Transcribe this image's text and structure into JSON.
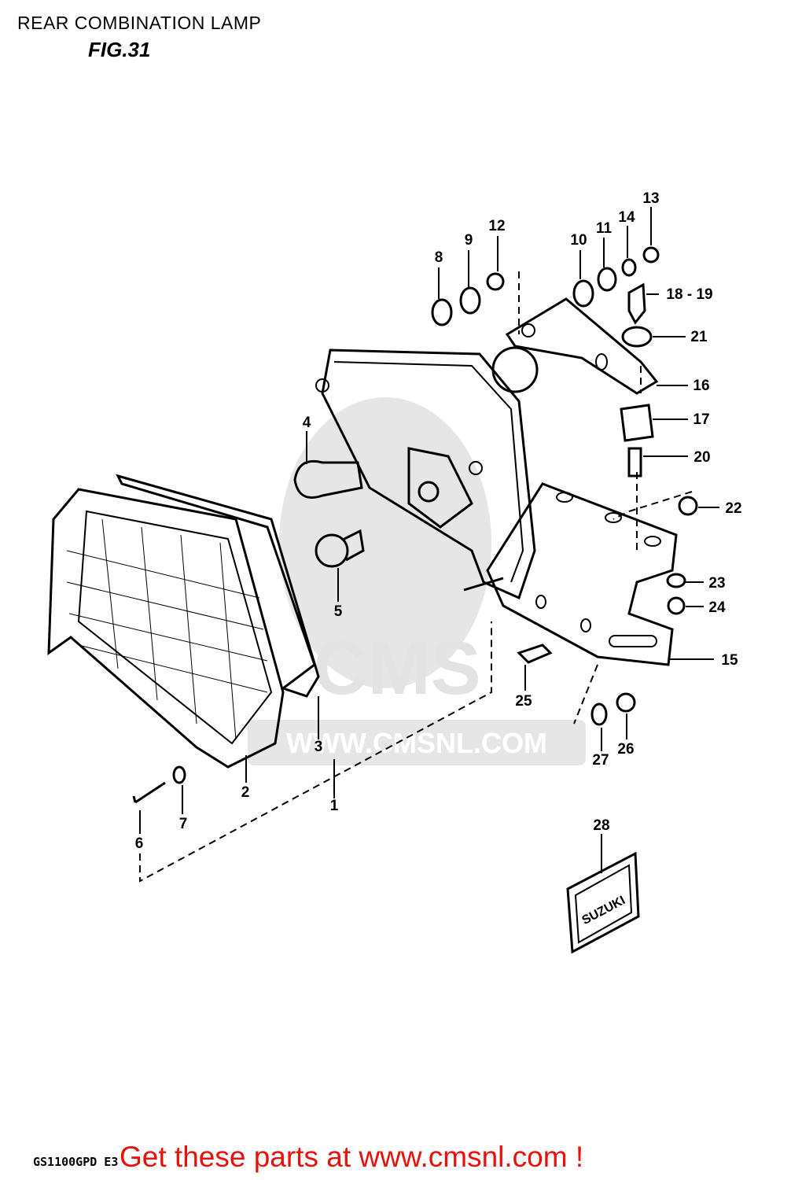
{
  "header": {
    "title": "REAR COMBINATION LAMP",
    "figure": "FIG.31"
  },
  "watermark": {
    "logo_text": "CMS",
    "url_text": "WWW.CMSNL.COM"
  },
  "parts": {
    "p1": "1",
    "p2": "2",
    "p3": "3",
    "p4": "4",
    "p5": "5",
    "p6": "6",
    "p7": "7",
    "p8": "8",
    "p9": "9",
    "p10": "10",
    "p11": "11",
    "p12": "12",
    "p13": "13",
    "p14": "14",
    "p15": "15",
    "p16": "16",
    "p17": "17",
    "p18_19": "18 - 19",
    "p20": "20",
    "p21": "21",
    "p22": "22",
    "p23": "23",
    "p24": "24",
    "p25": "25",
    "p26": "26",
    "p27": "27",
    "p28": "28"
  },
  "plate_text": "SUZUKI",
  "footer": {
    "model_code": "GS1100GPD E3",
    "cta": "Get these parts at www.cmsnl.com !"
  },
  "colors": {
    "cta": "#e8120c",
    "watermark": "#e6e6e6"
  }
}
